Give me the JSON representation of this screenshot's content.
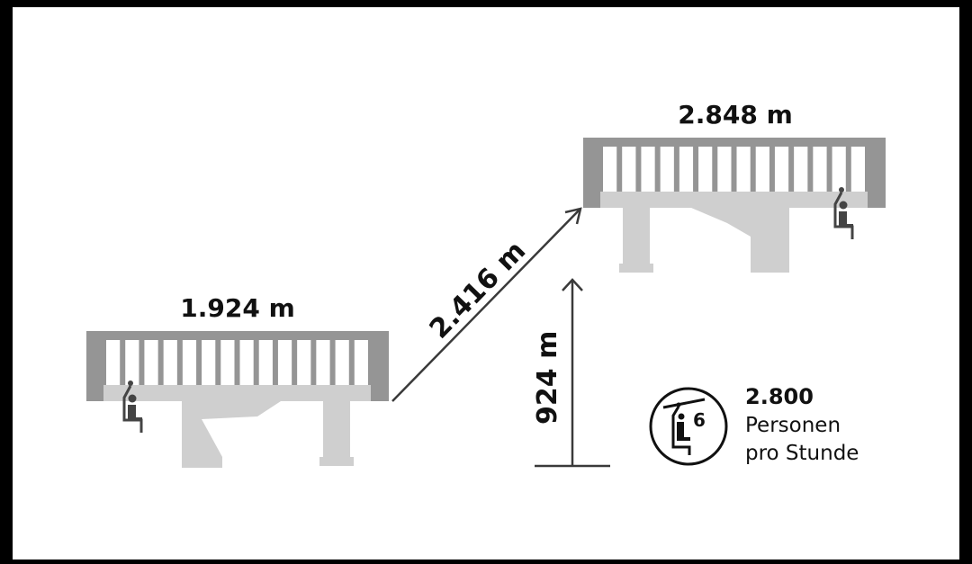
{
  "valley_station": {
    "elevation": "1.924 m"
  },
  "mountain_station": {
    "elevation": "2.848 m"
  },
  "slope_length": "2.416 m",
  "height_difference": "924 m",
  "capacity": {
    "seats": "6",
    "value": "2.800",
    "line1": "Personen",
    "line2": "pro Stunde"
  },
  "colors": {
    "frame": "#959595",
    "deck": "#cfcfcf",
    "line": "#3a3a3a"
  }
}
